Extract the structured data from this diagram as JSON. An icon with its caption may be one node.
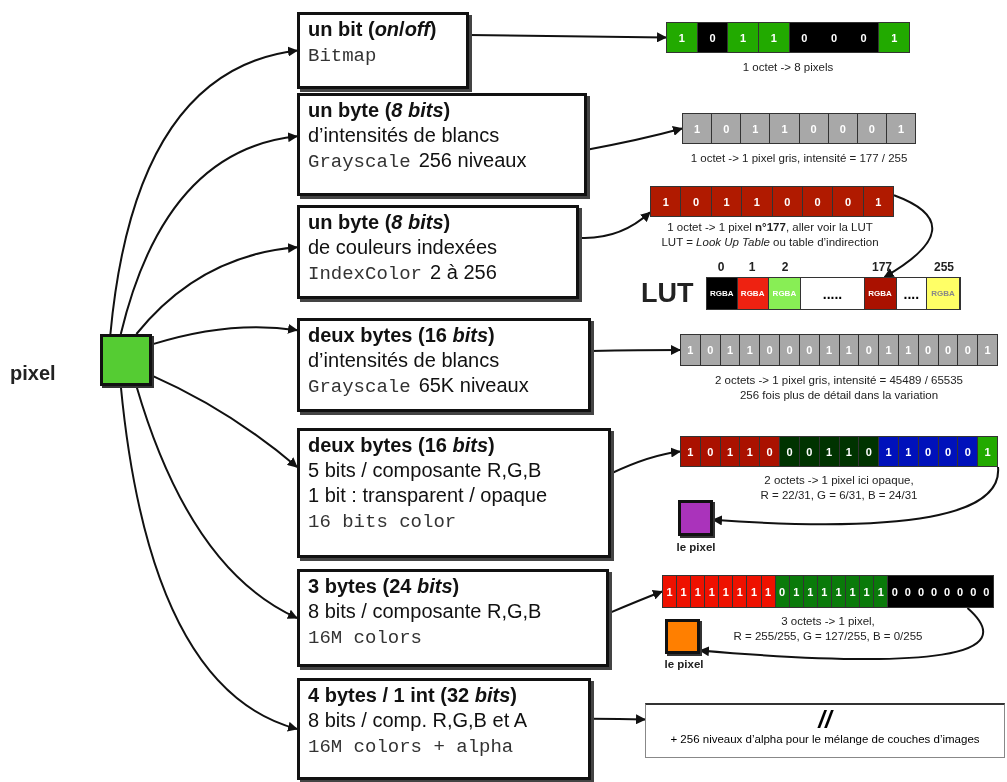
{
  "diagram": {
    "nodes": [
      {
        "text": [],
        "shape": "box",
        "beside": [
          "pixel"
        ]
      },
      {
        "text": [
          "un bit (*on*/*off*)",
          "Bitmap"
        ]
      },
      {
        "text": [
          "un byte (*8 bits*)",
          "d’intensités de blancs",
          "Grayscale",
          "256 niveaux"
        ]
      },
      {
        "text": [
          "un byte (*8 bits*)",
          "de couleurs indexées",
          "IndexColor",
          "2 à 256"
        ]
      },
      {
        "text": [
          "deux bytes (16 *bits*)",
          "d’intensités de blancs",
          "Grayscale",
          "65K niveaux"
        ]
      },
      {
        "text": [
          "deux bytes (16 *bits*)",
          "5 bits / composante R,G,B",
          "1 bit : transparent / opaque",
          "16 bits color"
        ]
      },
      {
        "text": [
          "3 bytes (24 *bits*)",
          "8 bits / composante R,G,B",
          "16M colors"
        ]
      },
      {
        "text": [
          "4 bytes / 1 int (32 *bits*)",
          "8 bits / comp. R,G,B et A",
          "16M colors + alpha"
        ]
      },
      {
        "text": [
          "1",
          "0",
          "1",
          "1",
          "0",
          "0",
          "0",
          "1"
        ],
        "beside": [
          "1 octet -> 8 pixels"
        ]
      },
      {
        "text": [
          "1",
          "0",
          "1",
          "1",
          "0",
          "0",
          "0",
          "1"
        ],
        "beside": [
          "1 octet -> 1 pixel gris, intensité = 177 / 255"
        ]
      },
      {
        "text": [
          "1",
          "0",
          "1",
          "1",
          "0",
          "0",
          "0",
          "1"
        ],
        "beside": [
          "1 octet -> 1 pixel **n°177**, aller voir la LUT",
          "LUT = *Look Up Table* ou table d’indirection"
        ]
      },
      {
        "text": [
          "RGBA",
          "RGBA",
          "RGBA",
          ".....",
          "RGBA",
          "....",
          "RGBA"
        ],
        "beside": [
          "LUT",
          "0",
          "1",
          "2",
          "177",
          "255"
        ]
      },
      {
        "text": [
          "1",
          "0",
          "1",
          "1",
          "0",
          "0",
          "0",
          "1",
          "1",
          "0",
          "1",
          "1",
          "0",
          "0",
          "0",
          "1"
        ],
        "beside": [
          "2 octets -> 1 pixel gris, intensité = 45489 / 65535",
          "256 fois plus de détail dans la variation"
        ]
      },
      {
        "text": [
          "1",
          "0",
          "1",
          "1",
          "0",
          "0",
          "0",
          "1",
          "1",
          "0",
          "1",
          "1",
          "0",
          "0",
          "0",
          "1"
        ],
        "beside": [
          "2 octets -> 1 pixel ici opaque,",
          "R = 22/31, G = 6/31, B = 24/31"
        ]
      },
      {
        "text": [],
        "shape": "box",
        "beside": [
          "le pixel"
        ]
      },
      {
        "text": [
          "1",
          "1",
          "1",
          "1",
          "1",
          "1",
          "1",
          "1",
          "0",
          "1",
          "1",
          "1",
          "1",
          "1",
          "1",
          "1",
          "0",
          "0",
          "0",
          "0",
          "0",
          "0",
          "0",
          "0"
        ],
        "beside": [
          "3 octets -> 1 pixel,",
          "R = 255/255, G = 127/255, B = 0/255"
        ]
      },
      {
        "text": [],
        "shape": "box",
        "beside": [
          "le pixel"
        ]
      },
      {
        "text": [
          "//",
          "+ 256 niveaux d’alpha pour le mélange de couches d’images"
        ]
      }
    ],
    "edges": [
      {
        "from": 0,
        "to": 1,
        "arrow": "to"
      },
      {
        "from": 0,
        "to": 2,
        "arrow": "to"
      },
      {
        "from": 0,
        "to": 3,
        "arrow": "to"
      },
      {
        "from": 0,
        "to": 4,
        "arrow": "to"
      },
      {
        "from": 0,
        "to": 5,
        "arrow": "to"
      },
      {
        "from": 0,
        "to": 6,
        "arrow": "to"
      },
      {
        "from": 0,
        "to": 7,
        "arrow": "to"
      },
      {
        "from": 1,
        "to": 8,
        "arrow": "to"
      },
      {
        "from": 2,
        "to": 9,
        "arrow": "to"
      },
      {
        "from": 3,
        "to": 10,
        "arrow": "to"
      },
      {
        "from": 10,
        "to": 11,
        "arrow": "to"
      },
      {
        "from": 4,
        "to": 12,
        "arrow": "to"
      },
      {
        "from": 5,
        "to": 13,
        "arrow": "to"
      },
      {
        "from": 13,
        "to": 14,
        "arrow": "to"
      },
      {
        "from": 6,
        "to": 15,
        "arrow": "to"
      },
      {
        "from": 15,
        "to": 16,
        "arrow": "to"
      },
      {
        "from": 7,
        "to": 17,
        "arrow": "to"
      }
    ]
  }
}
